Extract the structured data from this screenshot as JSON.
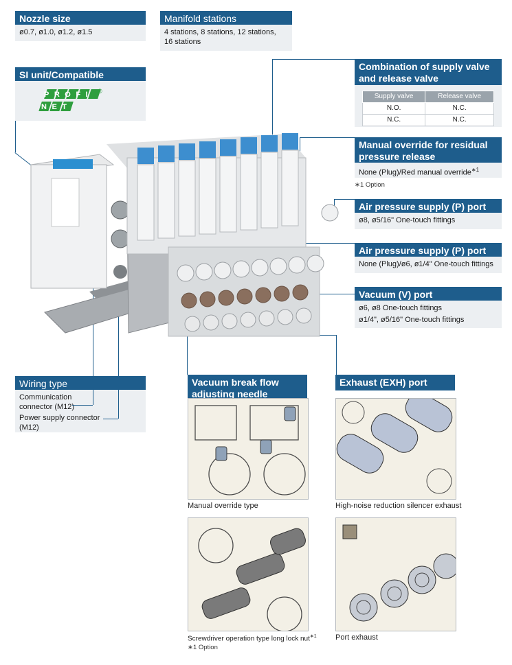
{
  "nozzle": {
    "title": "Nozzle size",
    "text": "ø0.7, ø1.0, ø1.2, ø1.5"
  },
  "manifold": {
    "title": "Manifold stations",
    "line1": "4 stations, 8 stations, 12 stations,",
    "line2": "16 stations"
  },
  "si_unit": {
    "title": "SI unit/Compatible protocol",
    "logo_top": "PROFI",
    "logo_bottom": "NET",
    "logo_mark": "®"
  },
  "combination": {
    "title_l1": "Combination of supply valve",
    "title_l2": "and release valve",
    "headers": [
      "Supply valve",
      "Release valve"
    ],
    "rows": [
      [
        "N.O.",
        "N.C."
      ],
      [
        "N.C.",
        "N.C."
      ]
    ]
  },
  "manual_override": {
    "title_l1": "Manual override for residual",
    "title_l2": "pressure release",
    "text": "None (Plug)/Red manual override",
    "sup": "∗1",
    "note": "∗1  Option"
  },
  "air_supply_1": {
    "title": "Air pressure supply (P) port",
    "text": "ø8, ø5/16\" One-touch fittings"
  },
  "air_supply_2": {
    "title": "Air pressure supply (P) port",
    "text": "None (Plug)/ø6, ø1/4\" One-touch fittings"
  },
  "vacuum": {
    "title": "Vacuum (V) port",
    "line1": "ø6, ø8 One-touch fittings",
    "line2": "ø1/4\", ø5/16\" One-touch fittings"
  },
  "wiring": {
    "title": "Wiring type",
    "comm_l1": "Communication",
    "comm_l2": "connector (M12)",
    "power_l1": "Power supply connector",
    "power_l2": "(M12)"
  },
  "vacuum_break": {
    "title_l1": "Vacuum break flow",
    "title_l2": "adjusting needle",
    "cap1": "Manual override type",
    "cap2": "Screwdriver operation type long lock nut",
    "cap2_sup": "∗1",
    "note": "∗1  Option"
  },
  "exhaust": {
    "title": "Exhaust (EXH) port",
    "cap1": "High-noise reduction silencer exhaust",
    "cap2": "Port exhaust"
  },
  "colors": {
    "accent": "#1e5d8c",
    "box_bg": "#eceff2",
    "profinet_green": "#2e9e3e"
  }
}
